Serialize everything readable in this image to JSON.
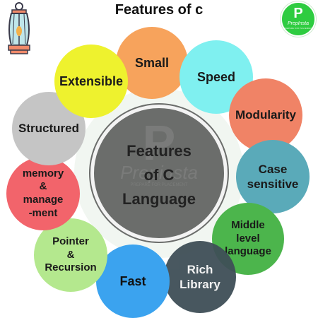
{
  "title": "Features of c",
  "center": {
    "lines": [
      "Features",
      "of C",
      "Language"
    ]
  },
  "watermark": {
    "letter": "P",
    "name": "Prepinsta",
    "tagline": "PREPARE FOR PLACEMENT"
  },
  "brand": {
    "letter": "P",
    "name": "PrepInsta",
    "tagline": "PREPARE FOR PLACEMENT"
  },
  "features": [
    {
      "id": "small",
      "lines": [
        "Small"
      ],
      "color": "#f7a35c"
    },
    {
      "id": "speed",
      "lines": [
        "Speed"
      ],
      "color": "#7ff0f0"
    },
    {
      "id": "modularity",
      "lines": [
        "Modularity"
      ],
      "color": "#f08366"
    },
    {
      "id": "case-sensitive",
      "lines": [
        "Case",
        "sensitive"
      ],
      "color": "#5aaab9"
    },
    {
      "id": "middle-level",
      "lines": [
        "Middle",
        "level",
        "language"
      ],
      "color": "#4cb54c"
    },
    {
      "id": "rich-library",
      "lines": [
        "Rich",
        "Library"
      ],
      "color": "#3f4f57"
    },
    {
      "id": "fast",
      "lines": [
        "Fast"
      ],
      "color": "#3ba3ef"
    },
    {
      "id": "pointer",
      "lines": [
        "Pointer",
        "&",
        "Recursion"
      ],
      "color": "#b4e88e"
    },
    {
      "id": "memory",
      "lines": [
        "memory",
        "&",
        "manage",
        "-ment"
      ],
      "color": "#f2646b"
    },
    {
      "id": "structured",
      "lines": [
        "Structured"
      ],
      "color": "#c5c5c5"
    },
    {
      "id": "extensible",
      "lines": [
        "Extensible"
      ],
      "color": "#eef22e"
    }
  ]
}
